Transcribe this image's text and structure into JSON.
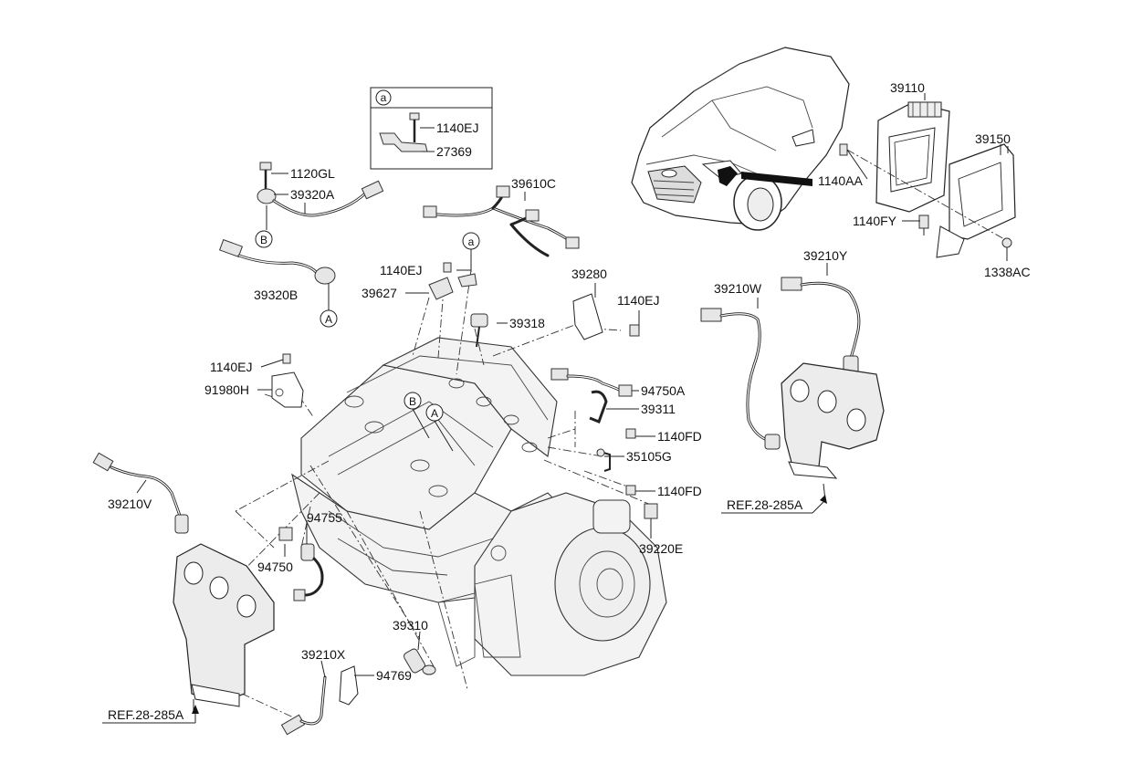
{
  "detail_box": {
    "callout": "a",
    "labels": [
      "1140EJ",
      "27369"
    ]
  },
  "callouts": {
    "a": "a",
    "A": "A",
    "B": "B"
  },
  "part_labels": {
    "p1120GL": "1120GL",
    "p39320A": "39320A",
    "p39320B": "39320B",
    "p39610C": "39610C",
    "p1140EJ_top": "1140EJ",
    "p39627": "39627",
    "p39280": "39280",
    "p1140EJ_right": "1140EJ",
    "p39318": "39318",
    "p1140EJ_left": "1140EJ",
    "p91980H": "91980H",
    "p94750A": "94750A",
    "p39311": "39311",
    "p1140FD_a": "1140FD",
    "p35105G": "35105G",
    "p1140FD_b": "1140FD",
    "p39220E": "39220E",
    "p39210V": "39210V",
    "p94755": "94755",
    "p94750": "94750",
    "p39310": "39310",
    "p39210X": "39210X",
    "p94769": "94769",
    "p39110": "39110",
    "p39150": "39150",
    "p1140AA": "1140AA",
    "p1140FY": "1140FY",
    "p1338AC": "1338AC",
    "p39210Y": "39210Y",
    "p39210W": "39210W"
  },
  "references": {
    "left": "REF.28-285A",
    "right": "REF.28-285A"
  }
}
